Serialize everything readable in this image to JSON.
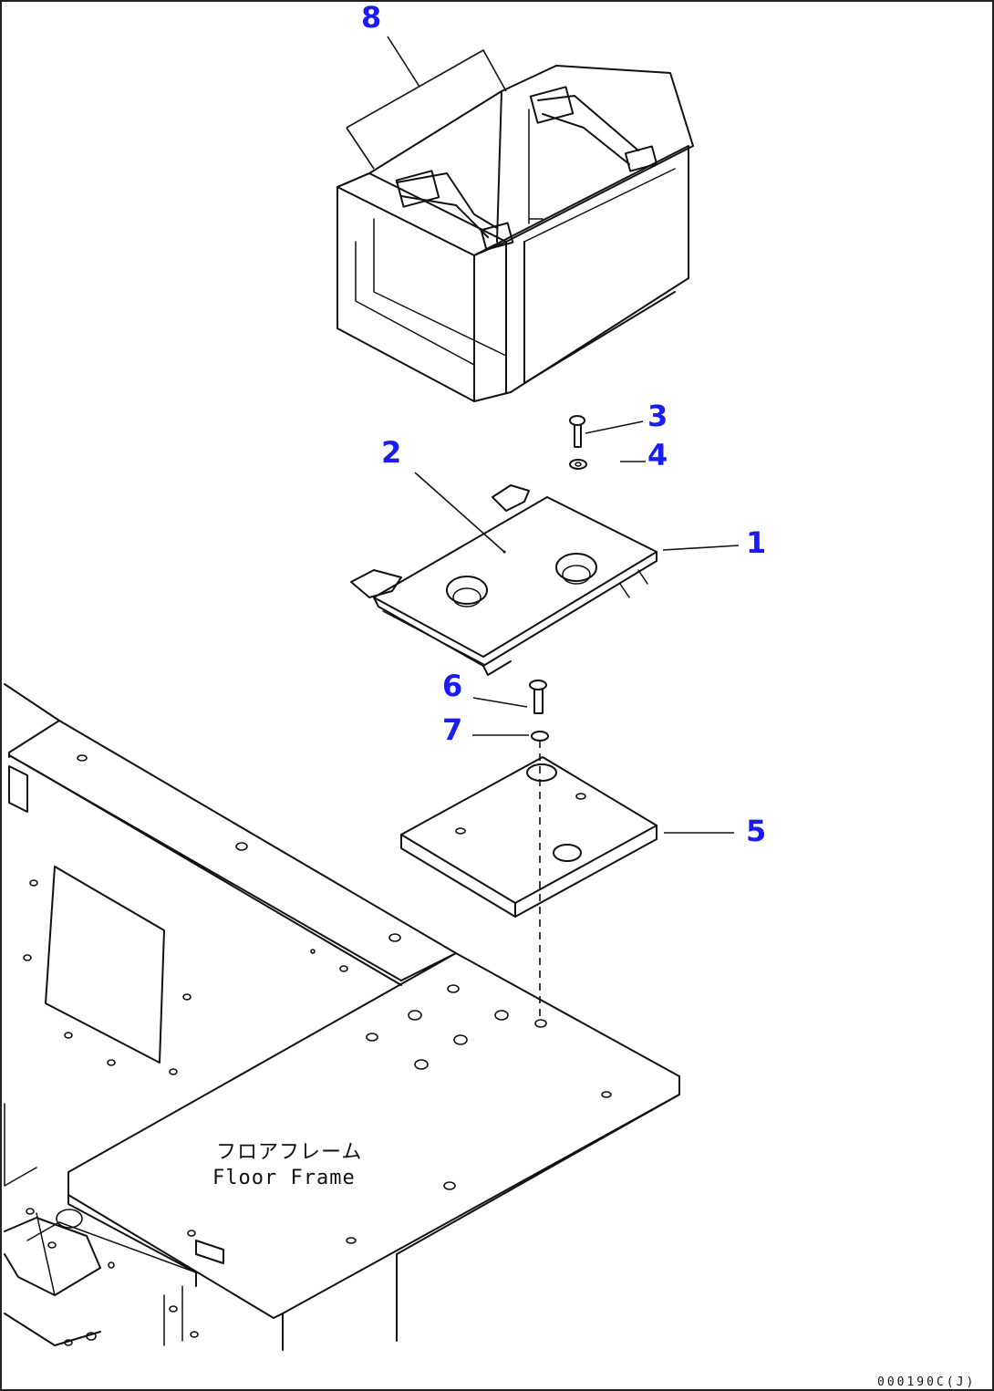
{
  "callouts": {
    "c1": "1",
    "c2": "2",
    "c3": "3",
    "c4": "4",
    "c5": "5",
    "c6": "6",
    "c7": "7",
    "c8": "8"
  },
  "frame_label": {
    "japanese": "フロアフレーム",
    "english": "Floor Frame"
  },
  "drawing_code": "000190C(J)",
  "colors": {
    "callout": "#1a1aff",
    "line": "#111111",
    "background": "#ffffff"
  }
}
